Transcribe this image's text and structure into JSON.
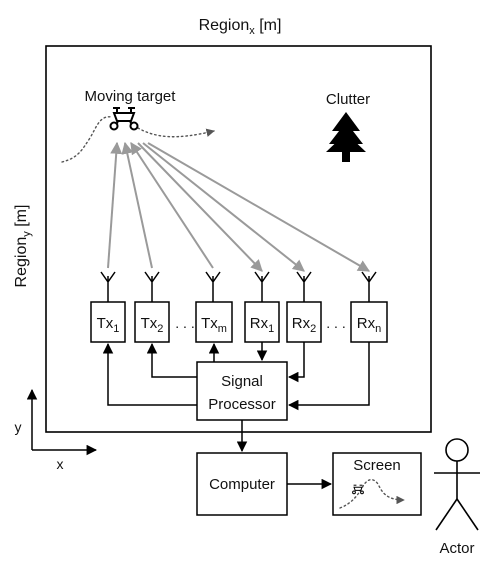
{
  "region_x": {
    "base": "Region",
    "sub": "x",
    "unit": " [m]"
  },
  "region_y": {
    "base": "Region",
    "sub": "y",
    "unit": " [m]"
  },
  "moving_target": "Moving target",
  "clutter": "Clutter",
  "tx": [
    {
      "base": "Tx",
      "sub": "1"
    },
    {
      "base": "Tx",
      "sub": "2"
    },
    {
      "base": "Tx",
      "sub": "m"
    }
  ],
  "rx": [
    {
      "base": "Rx",
      "sub": "1"
    },
    {
      "base": "Rx",
      "sub": "2"
    },
    {
      "base": "Rx",
      "sub": "n"
    }
  ],
  "ellipsis": ". . .",
  "signal_processor": {
    "line1": "Signal",
    "line2": "Processor"
  },
  "computer": "Computer",
  "screen": "Screen",
  "actor": "Actor",
  "axes": {
    "y": "y",
    "x": "x"
  },
  "colors": {
    "signal_arrow": "#9a9a9a",
    "ink": "#000000"
  }
}
